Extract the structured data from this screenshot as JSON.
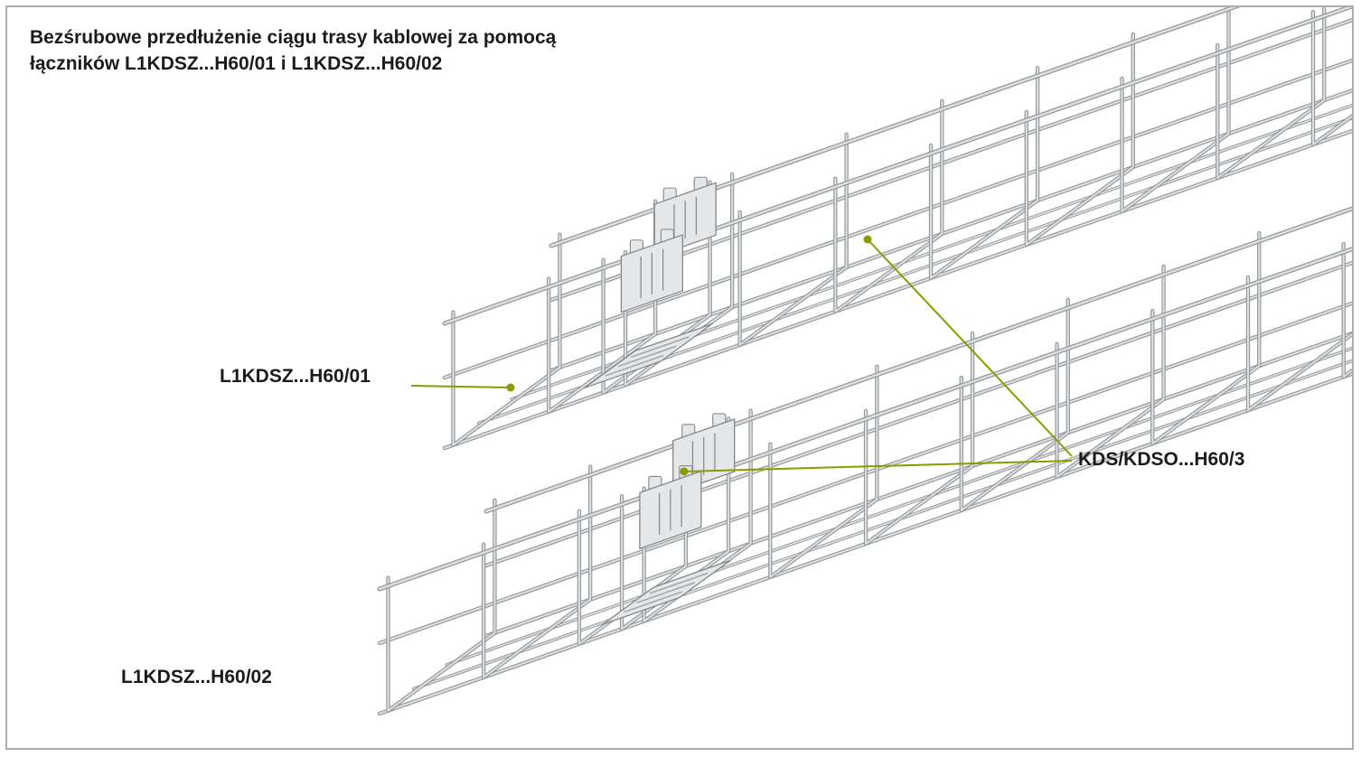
{
  "title": {
    "line1": "Bezśrubowe przedłużenie ciągu trasy kablowej za pomocą",
    "line2": "łączników L1KDSZ...H60/01 i L1KDSZ...H60/02"
  },
  "labels": {
    "coupler_top": "L1KDSZ...H60/01",
    "tray": "KDS/KDSO...H60/3",
    "coupler_bottom": "L1KDSZ...H60/02"
  },
  "colors": {
    "leader": "#8a9a00",
    "wire_dark": "#979b9e",
    "wire_light": "#dde0e1",
    "plate_fill": "#e4e6e7",
    "plate_stroke": "#83878a",
    "frame": "#aaaeb1",
    "text": "#1b1b1b"
  }
}
